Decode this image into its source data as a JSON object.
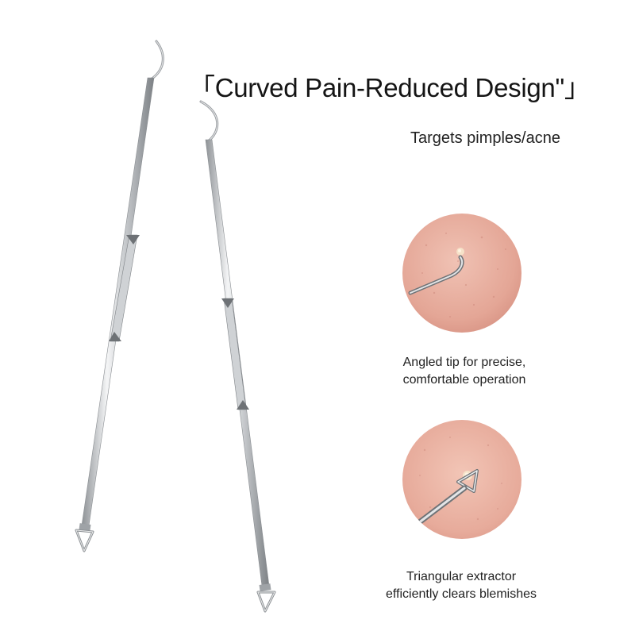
{
  "headline": "「Curved Pain-Reduced Design\"」",
  "subhead": "Targets pimples/acne",
  "features": [
    {
      "icon": "curved-tip-closeup-icon",
      "caption_line1": "Angled tip for precise,",
      "caption_line2": "comfortable operation"
    },
    {
      "icon": "triangle-extractor-closeup-icon",
      "caption_line1": "Triangular extractor",
      "caption_line2": "efficiently clears blemishes"
    }
  ],
  "colors": {
    "background": "#ffffff",
    "text": "#1a1a1a",
    "skin": "#e9b2a4",
    "steel": "#b9bcc0"
  }
}
